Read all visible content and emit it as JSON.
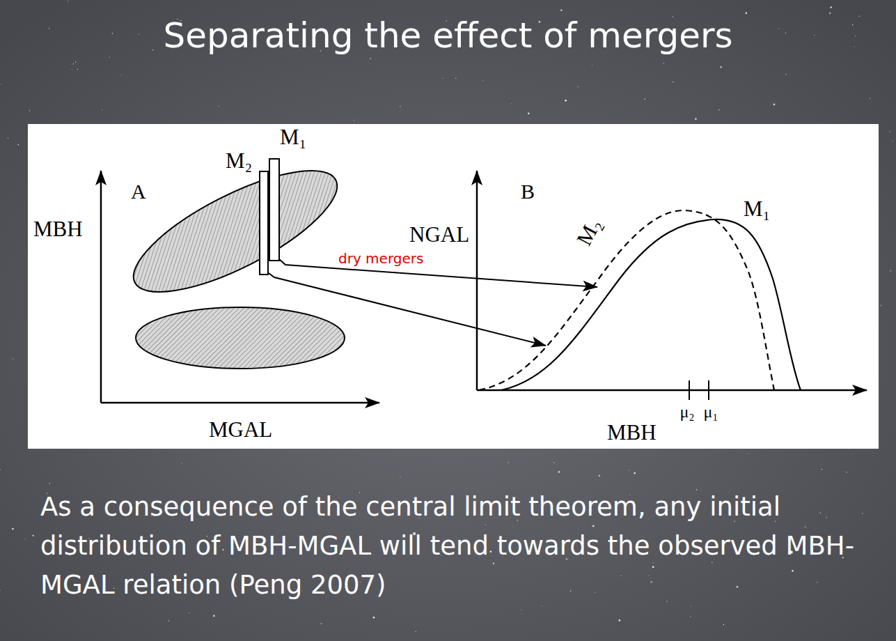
{
  "diagram": {
    "title": "Separating the effect of mergers",
    "caption": "As a consequence of the central limit theorem, any initial distribution of MBH-MGAL will tend towards the observed MBH-MGAL relation (Peng 2007)",
    "labels": [
      "M₂",
      "M₁",
      "A",
      "MBH",
      "MGAL",
      "dry mergers",
      "B",
      "NGAL",
      "M₂",
      "M₁",
      "μ₂",
      "μ₁",
      "MBH"
    ]
  }
}
